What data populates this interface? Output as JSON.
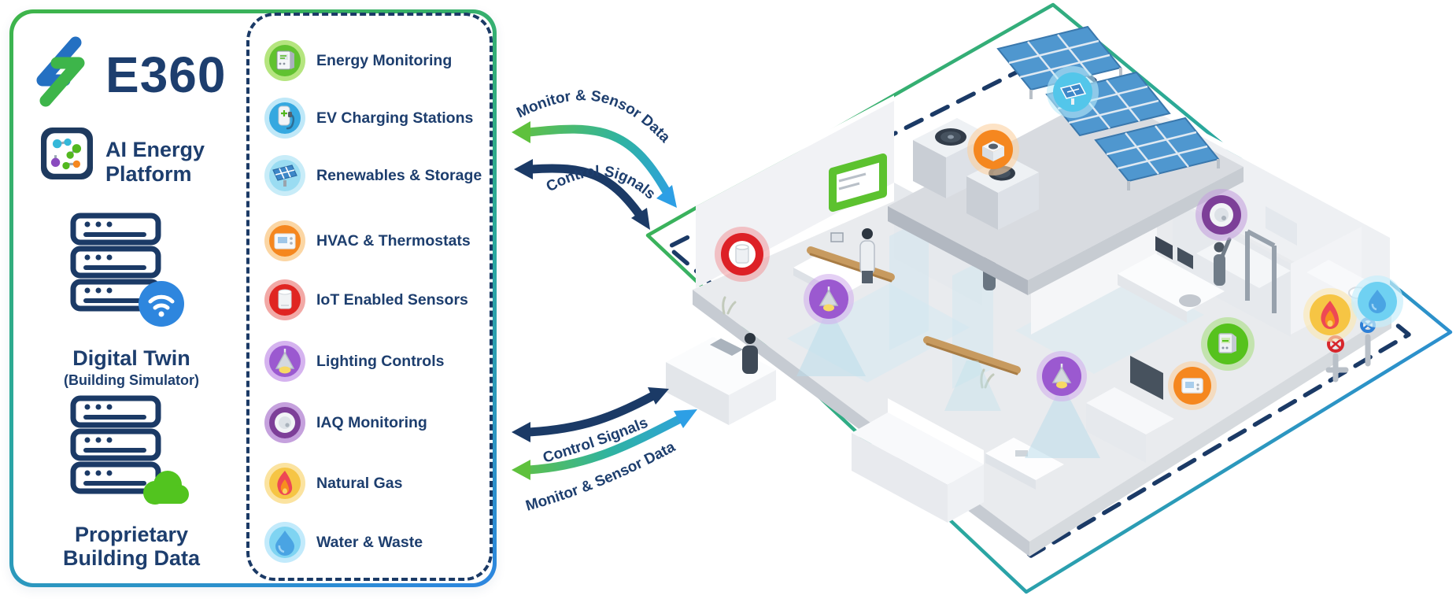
{
  "brand": {
    "logo_text": "E360",
    "logo_icon": "lightning-bolt-icon",
    "ai_platform_icon": "molecule-network-icon",
    "ai_platform_lines": [
      "AI Energy",
      "Platform"
    ]
  },
  "left_panel": {
    "digital_twin_icon": "server-stack-wifi-icon",
    "digital_twin_title": "Digital Twin",
    "digital_twin_subtitle": "(Building Simulator)",
    "proprietary_icon": "server-stack-cloud-icon",
    "proprietary_lines": [
      "Proprietary",
      "Building Data"
    ],
    "systems": [
      {
        "label": "Energy Monitoring",
        "icon": "energy-meter-icon",
        "ring": "#61c230",
        "halo": "#b5e57f"
      },
      {
        "label": "EV Charging Stations",
        "icon": "ev-charger-icon",
        "ring": "#35a8e0",
        "halo": "#bfe8f8"
      },
      {
        "label": "Renewables & Storage",
        "icon": "solar-panel-icon",
        "ring": "#9adcf2",
        "halo": "#c8ecf8"
      },
      {
        "label": "HVAC & Thermostats",
        "icon": "thermostat-icon",
        "ring": "#f5871f",
        "halo": "#fbd6a4"
      },
      {
        "label": "IoT Enabled Sensors",
        "icon": "iot-sensor-icon",
        "ring": "#e02521",
        "halo": "#f2a9a6"
      },
      {
        "label": "Lighting Controls",
        "icon": "pendant-lamp-icon",
        "ring": "#9b59d0",
        "halo": "#d5b3ef"
      },
      {
        "label": "IAQ Monitoring",
        "icon": "air-quality-sensor-icon",
        "ring": "#7d3f98",
        "halo": "#c5a1dd"
      },
      {
        "label": "Natural Gas",
        "icon": "flame-icon",
        "ring": "#f6c544",
        "halo": "#fbe3a0"
      },
      {
        "label": "Water & Waste",
        "icon": "water-drop-icon",
        "ring": "#7fd4f2",
        "halo": "#c2eafb"
      }
    ]
  },
  "flows": {
    "monitor_label": "Monitor & Sensor Data",
    "control_label": "Control Signals"
  },
  "building": {
    "badges": [
      "solar-panel",
      "hvac-rooftop-unit",
      "iaq-sensor",
      "iot-sensor",
      "smart-display",
      "pendant-light",
      "pendant-light",
      "energy-meter",
      "smart-thermostat",
      "natural-gas-flame",
      "water-drop",
      "gas-valves"
    ]
  },
  "colors": {
    "navy": "#1d3e6e",
    "green": "#3fb54a",
    "teal": "#2aa89e",
    "blue": "#2d86e0",
    "dashed_navy": "#1b3a66"
  }
}
